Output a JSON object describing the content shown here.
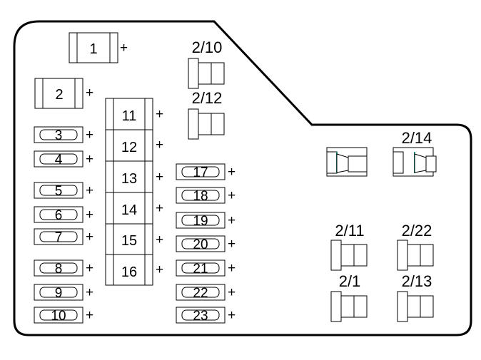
{
  "plus_sign": "+",
  "large_fuses": [
    "1",
    "2"
  ],
  "mini_fuses_left": [
    "3",
    "4",
    "5",
    "6",
    "7",
    "8",
    "9",
    "10"
  ],
  "block_fuses": [
    "11",
    "12",
    "13",
    "14",
    "15",
    "16"
  ],
  "mini_fuses_right": [
    "17",
    "18",
    "19",
    "20",
    "21",
    "22",
    "23"
  ],
  "relays": {
    "r_2_10": "2/10",
    "r_2_12": "2/12",
    "r_2_14": "2/14",
    "r_2_11": "2/11",
    "r_2_22": "2/22",
    "r_2_1": "2/1",
    "r_2_13": "2/13"
  },
  "colors": {
    "line": "#000000",
    "accent": "#1a8a7a"
  }
}
